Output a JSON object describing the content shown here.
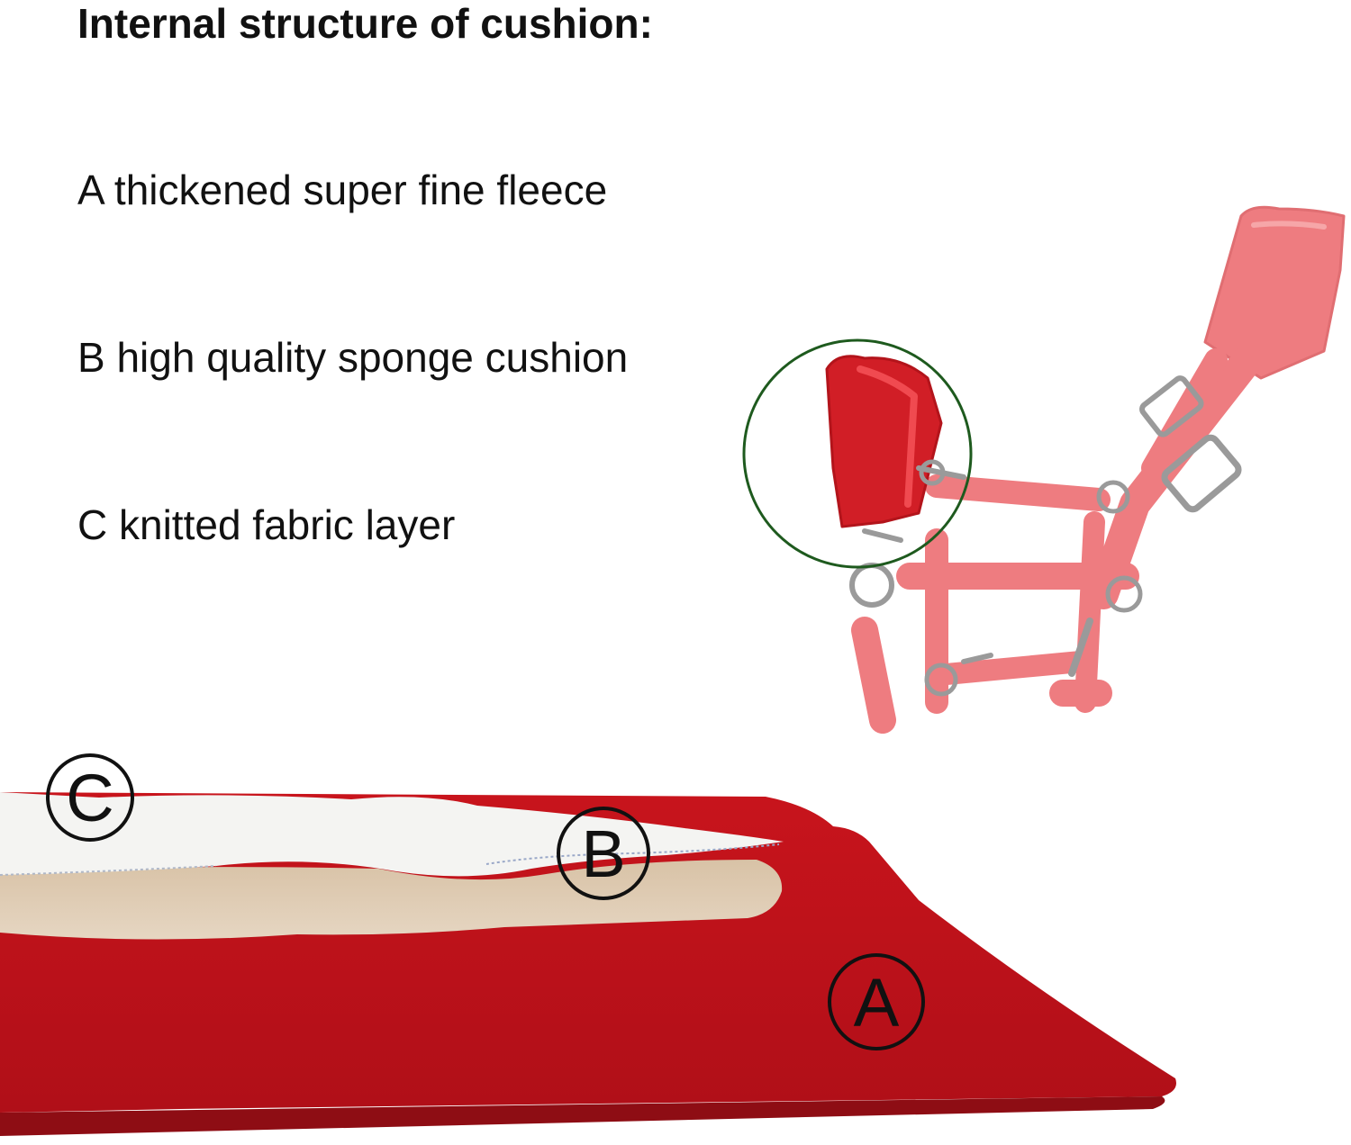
{
  "heading": "Internal structure of cushion:",
  "layers": [
    {
      "letter": "A",
      "text": "A thickened super fine fleece"
    },
    {
      "letter": "B",
      "text": "B high quality sponge cushion"
    },
    {
      "letter": "C",
      "text": "C knitted fabric layer"
    }
  ],
  "markers": {
    "a": "A",
    "b": "B",
    "c": "C"
  },
  "colors": {
    "fleece_red": "#c8141c",
    "halter_pink": "#ee7c80",
    "sponge_beige": "#ddc9b0",
    "knit_white": "#f4f4f2",
    "detail_circle": "#1e5a1e"
  },
  "icons": [
    "halter-illustration",
    "cushion-cross-section"
  ]
}
